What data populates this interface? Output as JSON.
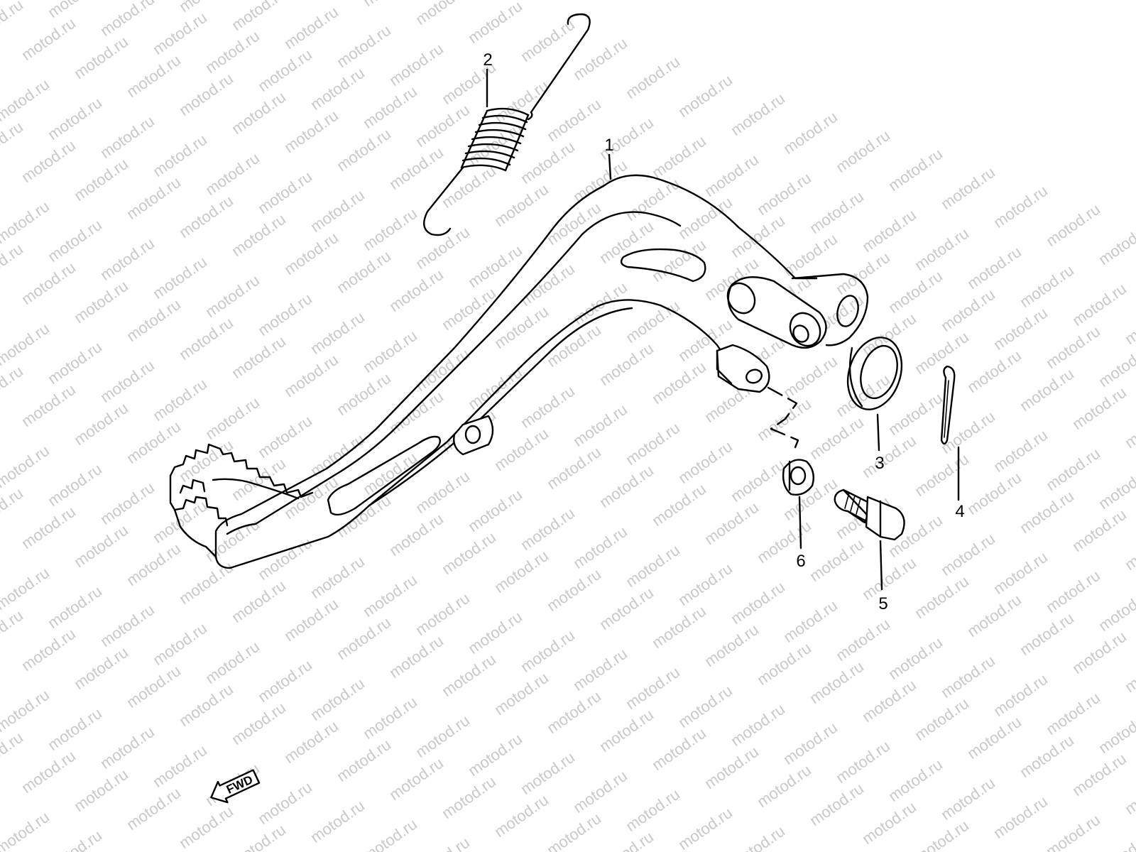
{
  "watermark": {
    "text": "motod.ru",
    "color": "#c9c9c9"
  },
  "callouts": [
    {
      "id": "part-1",
      "label": "1"
    },
    {
      "id": "part-2",
      "label": "2"
    },
    {
      "id": "part-3",
      "label": "3"
    },
    {
      "id": "part-4",
      "label": "4"
    },
    {
      "id": "part-5",
      "label": "5"
    },
    {
      "id": "part-6",
      "label": "6"
    }
  ],
  "direction_arrow": {
    "label": "FWD",
    "icon": "arrow-left-icon"
  },
  "colors": {
    "line": "#000000",
    "background": "#ffffff"
  }
}
